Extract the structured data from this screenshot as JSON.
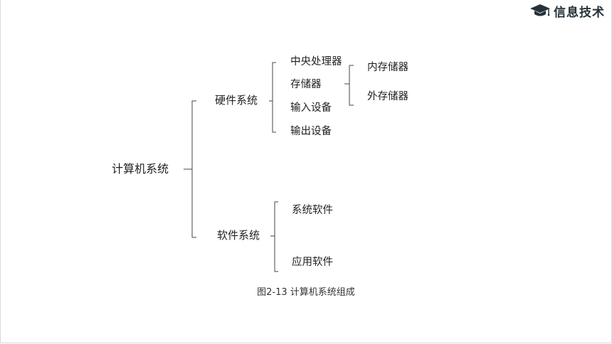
{
  "header": {
    "brand_title": "信息技术",
    "brand_icon": "graduation-cap-icon"
  },
  "diagram": {
    "root": "计算机系统",
    "hardware": {
      "label": "硬件系统",
      "items": [
        "中央处理器",
        "存储器",
        "输入设备",
        "输出设备"
      ],
      "storage_items": [
        "内存储器",
        "外存储器"
      ]
    },
    "software": {
      "label": "软件系统",
      "items": [
        "系统软件",
        "应用软件"
      ]
    }
  },
  "caption": "图2-13  计算机系统组成"
}
